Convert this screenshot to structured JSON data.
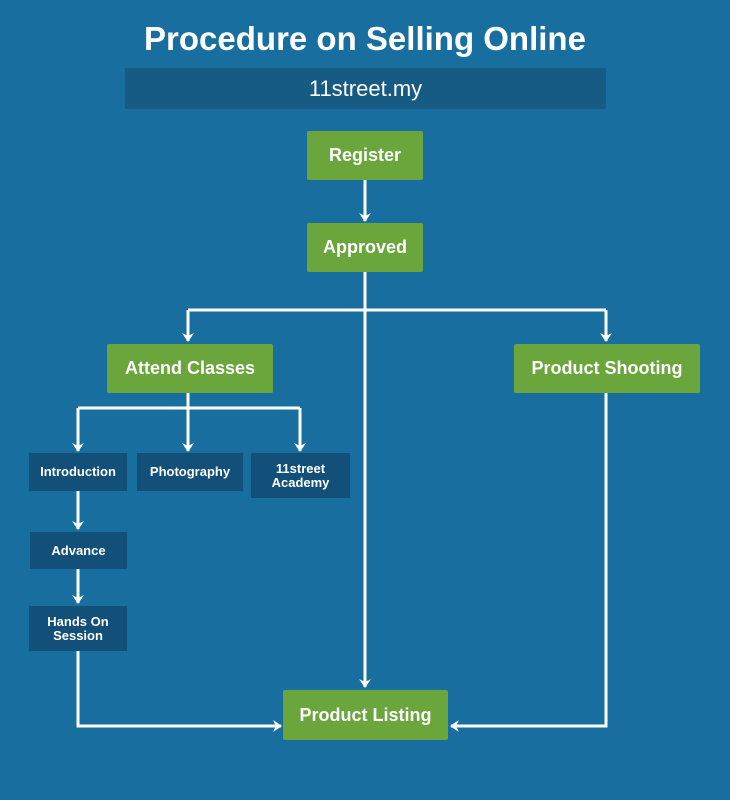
{
  "header": {
    "title": "Procedure on Selling Online",
    "subtitle": "11street.my"
  },
  "nodes": {
    "register": "Register",
    "approved": "Approved",
    "attend_classes": "Attend Classes",
    "product_shooting": "Product Shooting",
    "introduction": "Introduction",
    "photography": "Photography",
    "academy": "11street\nAcademy",
    "advance": "Advance",
    "hands_on": "Hands On\nSession",
    "product_listing": "Product Listing"
  },
  "colors": {
    "background": "#186e9f",
    "green_box": "#6aa63c",
    "dark_box": "#12507a",
    "connector": "#ffffff"
  }
}
